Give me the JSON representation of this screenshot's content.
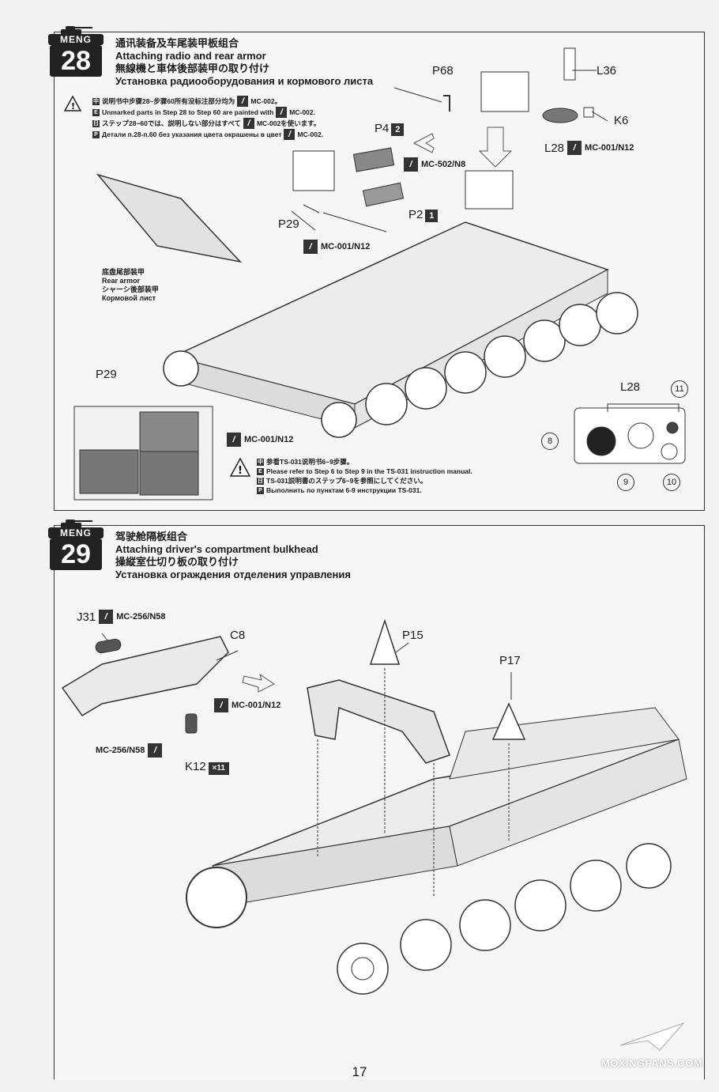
{
  "brand": "MENG",
  "page_number": "17",
  "watermark": "MOXINGFANS.COM",
  "step28": {
    "number": "28",
    "title_cn": "通讯装备及车尾装甲板组合",
    "title_en": "Attaching radio and rear armor",
    "title_jp": "無線機と車体後部装甲の取り付け",
    "title_ru": "Установка радиооборудования и кормового листа",
    "notes": [
      {
        "lang": "cn",
        "text": "说明书中步骤28~步骤60所有没标注部分均为",
        "suffix": "MC-002。"
      },
      {
        "lang": "en",
        "text": "Unmarked parts in Step 28 to Step 60 are painted with",
        "suffix": "MC-002."
      },
      {
        "lang": "jp",
        "text": "ステップ28~60では、説明しない部分はすべて",
        "suffix": "MC-002を使います。"
      },
      {
        "lang": "ru",
        "text": "Детали п.28-п.60 без указания цвета окрашены в цвет",
        "suffix": "MC-002."
      }
    ],
    "parts": {
      "p68": "P68",
      "l36": "L36",
      "k6": "K6",
      "l28": "L28",
      "p4": "P4",
      "p2": "P2",
      "p29": "P29",
      "p29b": "P29",
      "l28b": "L28"
    },
    "qty": {
      "p4": "2",
      "p2": "1"
    },
    "paints": {
      "l28": "MC-001/N12",
      "p4": "MC-502/N8",
      "p29": "MC-001/N12",
      "p29b": "MC-001/N12"
    },
    "rear_armor": {
      "cn": "底盘尾部装甲",
      "en": "Rear armor",
      "jp": "シャーシ後部装甲",
      "ru": "Кормовой лист"
    },
    "refer": [
      {
        "text": "参看TS-031说明书6~9步骤。"
      },
      {
        "text": "Please refer to Step 6 to Step 9 in the TS-031 instruction manual."
      },
      {
        "text": "TS-031説明書のステップ6~9を参照にしてください。"
      },
      {
        "text": "Выполнить по пунктам 6-9 инструкции TS-031."
      }
    ],
    "callouts": [
      "8",
      "9",
      "10",
      "11"
    ]
  },
  "step29": {
    "number": "29",
    "title_cn": "驾驶舱隔板组合",
    "title_en": "Attaching driver's compartment bulkhead",
    "title_jp": "操縦室仕切り板の取り付け",
    "title_ru": "Установка ограждения отделения управления",
    "parts": {
      "j31": "J31",
      "c8": "C8",
      "p15": "P15",
      "p17": "P17",
      "k12": "K12"
    },
    "qty": {
      "k12": "×11"
    },
    "paints": {
      "j31": "MC-256/N58",
      "c8": "MC-001/N12",
      "k12": "MC-256/N58"
    }
  }
}
